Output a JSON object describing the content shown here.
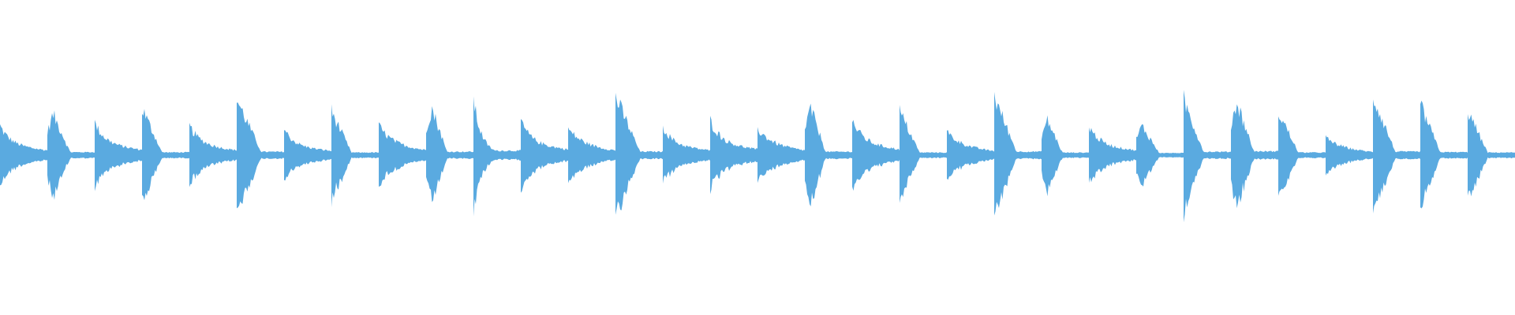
{
  "waveform": {
    "color": "#5aaae0",
    "background": "#ffffff",
    "hit_count": 32,
    "hits": [
      {
        "peak": 0.5,
        "decay": 0.55,
        "style": "swell"
      },
      {
        "peak": 0.7,
        "decay": 0.4,
        "style": "hump"
      },
      {
        "peak": 0.55,
        "decay": 0.55,
        "style": "swell"
      },
      {
        "peak": 0.8,
        "decay": 0.45,
        "style": "tri"
      },
      {
        "peak": 0.5,
        "decay": 0.6,
        "style": "swell"
      },
      {
        "peak": 0.95,
        "decay": 0.55,
        "style": "tri"
      },
      {
        "peak": 0.45,
        "decay": 0.5,
        "style": "swell"
      },
      {
        "peak": 0.75,
        "decay": 0.45,
        "style": "tri"
      },
      {
        "peak": 0.5,
        "decay": 0.75,
        "style": "swell"
      },
      {
        "peak": 0.8,
        "decay": 0.35,
        "style": "hump"
      },
      {
        "peak": 0.95,
        "decay": 0.3,
        "style": "burst"
      },
      {
        "peak": 0.6,
        "decay": 0.5,
        "style": "swell"
      },
      {
        "peak": 0.45,
        "decay": 0.85,
        "style": "swell"
      },
      {
        "peak": 1.0,
        "decay": 0.55,
        "style": "tri"
      },
      {
        "peak": 0.5,
        "decay": 0.5,
        "style": "swell"
      },
      {
        "peak": 0.6,
        "decay": 0.55,
        "style": "swell"
      },
      {
        "peak": 0.45,
        "decay": 0.85,
        "style": "swell"
      },
      {
        "peak": 0.8,
        "decay": 0.35,
        "style": "hump"
      },
      {
        "peak": 0.6,
        "decay": 0.55,
        "style": "swell"
      },
      {
        "peak": 0.75,
        "decay": 0.45,
        "style": "tri"
      },
      {
        "peak": 0.4,
        "decay": 0.8,
        "style": "swell"
      },
      {
        "peak": 1.0,
        "decay": 0.5,
        "style": "tri"
      },
      {
        "peak": 0.6,
        "decay": 0.35,
        "style": "hump"
      },
      {
        "peak": 0.5,
        "decay": 0.55,
        "style": "swell"
      },
      {
        "peak": 0.5,
        "decay": 0.4,
        "style": "hump"
      },
      {
        "peak": 0.95,
        "decay": 0.45,
        "style": "tri"
      },
      {
        "peak": 0.9,
        "decay": 0.4,
        "style": "hump"
      },
      {
        "peak": 0.75,
        "decay": 0.45,
        "style": "tri"
      },
      {
        "peak": 0.3,
        "decay": 0.9,
        "style": "swell"
      },
      {
        "peak": 1.0,
        "decay": 0.5,
        "style": "tri"
      },
      {
        "peak": 0.85,
        "decay": 0.45,
        "style": "tri"
      },
      {
        "peak": 0.75,
        "decay": 0.45,
        "style": "tri"
      }
    ]
  }
}
